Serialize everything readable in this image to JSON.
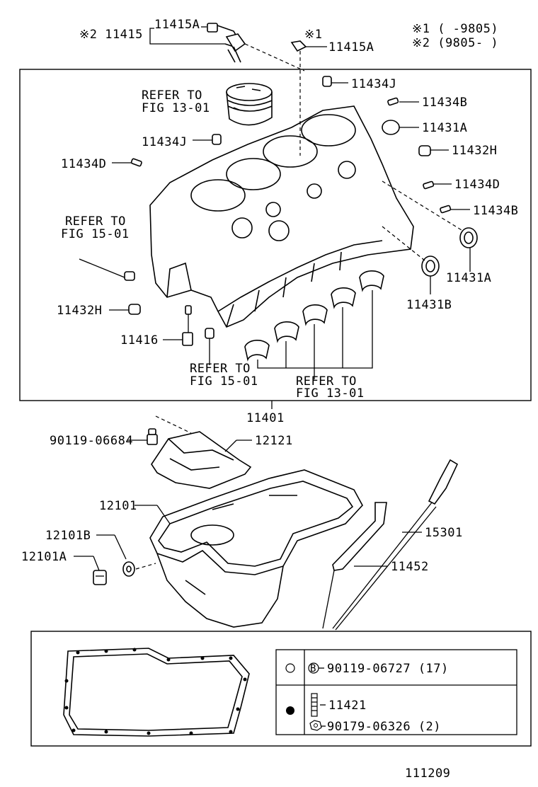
{
  "notes": {
    "n1": "※1 (    -9805)",
    "n2": "※2 (9805-     )"
  },
  "labels": {
    "p11415": "※2 11415",
    "p11415A_top": "11415A",
    "p11415A_right_mark": "※1",
    "p11415A_right": "11415A",
    "p11434J_top": "11434J",
    "p11434B_top": "11434B",
    "p11431A_top": "11431A",
    "p11432H_right": "11432H",
    "p11434D_right": "11434D",
    "p11434B_right": "11434B",
    "p11431A_right": "11431A",
    "p11431B": "11431B",
    "p11434J_mid": "11434J",
    "p11434D_left": "11434D",
    "p11432H_left": "11432H",
    "p11416": "11416",
    "p11401": "11401",
    "p90119_06684": "90119-06684",
    "p12121": "12121",
    "p12101": "12101",
    "p12101B": "12101B",
    "p12101A": "12101A",
    "p15301": "15301",
    "p11452": "11452",
    "p90119_06727": "90119-06727 (17)",
    "p11421": "11421",
    "p90179_06326": "90179-06326 (2)",
    "b_mark": "B",
    "page_code": "111209"
  },
  "refs": {
    "fig13_top_1": "REFER TO",
    "fig13_top_2": "FIG 13-01",
    "fig15_left_1": "REFER TO",
    "fig15_left_2": "FIG 15-01",
    "fig15_bottom_1": "REFER TO",
    "fig15_bottom_2": "FIG 15-01",
    "fig13_bottom_1": "REFER TO",
    "fig13_bottom_2": "FIG 13-01"
  }
}
